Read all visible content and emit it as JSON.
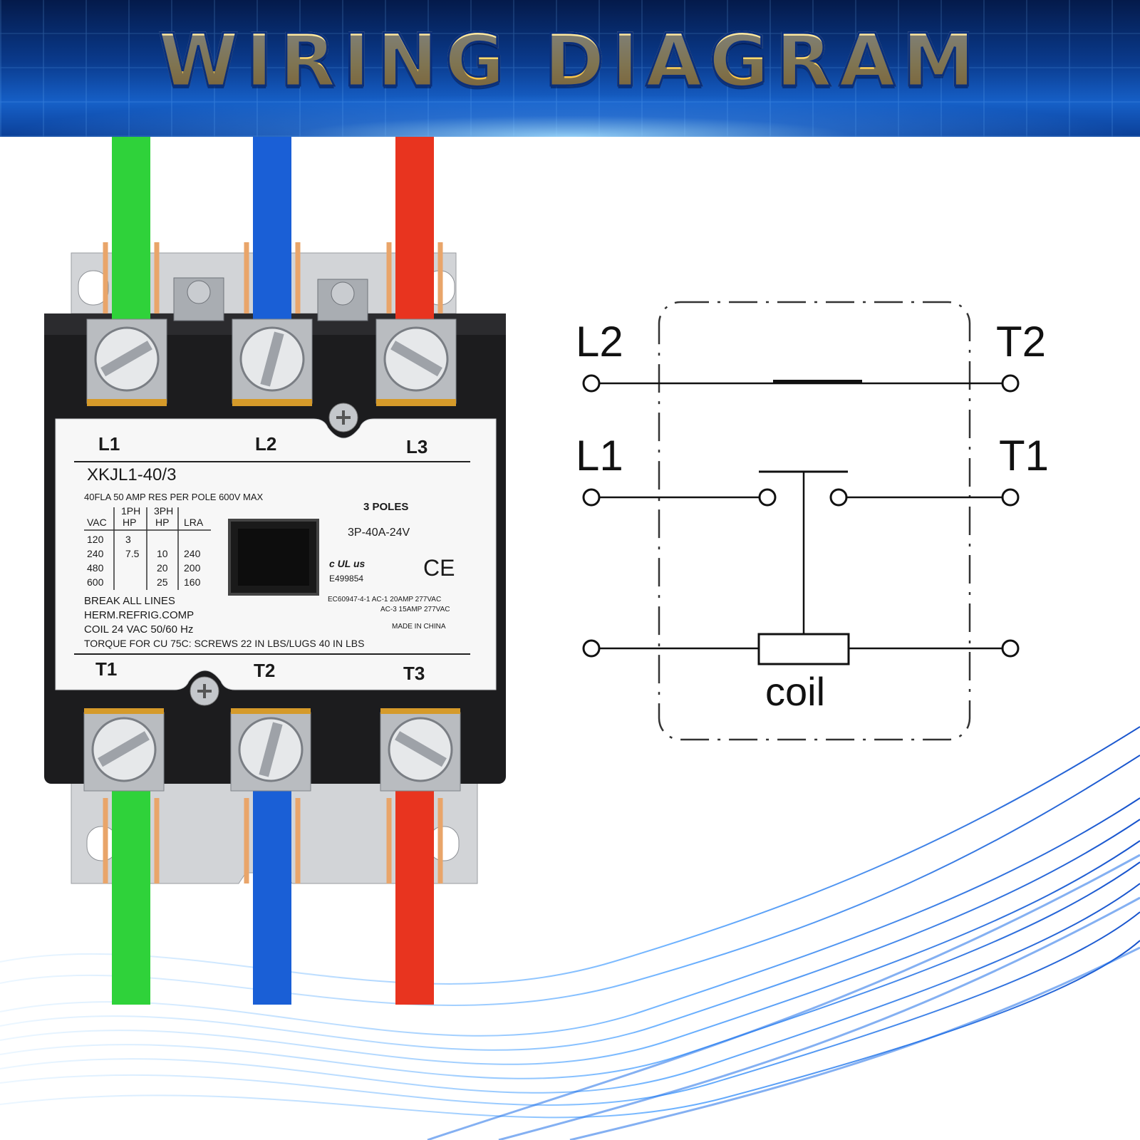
{
  "header": {
    "title": "WIRING DIAGRAM"
  },
  "contactor": {
    "line_terminals": [
      "L1",
      "L2",
      "L3"
    ],
    "load_terminals": [
      "T1",
      "T2",
      "T3"
    ],
    "model": "XKJL1-40/3",
    "rating_line": "40FLA 50 AMP RES PER POLE 600V MAX",
    "table": {
      "headers": [
        "VAC",
        "1PH HP",
        "3PH HP",
        "LRA"
      ],
      "header_top": [
        "",
        "1PH",
        "3PH",
        ""
      ],
      "header_bottom": [
        "VAC",
        "HP",
        "HP",
        "LRA"
      ],
      "rows": [
        [
          "120",
          "3",
          "",
          ""
        ],
        [
          "240",
          "7.5",
          "10",
          "240"
        ],
        [
          "480",
          "",
          "20",
          "200"
        ],
        [
          "600",
          "",
          "25",
          "160"
        ]
      ]
    },
    "poles": "3 POLES",
    "spec": "3P-40A-24V",
    "cert_file": "E499854",
    "ce_mark": "CE",
    "ul_mark": "c UL us",
    "iec_line1": "EC60947-4-1 AC-1 20AMP 277VAC",
    "iec_line2": "AC-3 15AMP 277VAC",
    "made_in": "MADE IN CHINA",
    "notes": [
      "BREAK ALL LINES",
      "HERM.REFRIG.COMP",
      "COIL 24 VAC 50/60 Hz",
      "TORQUE FOR CU 75C: SCREWS 22 IN LBS/LUGS 40 IN LBS"
    ],
    "wire_colors": [
      "#2fd23a",
      "#1a5fd6",
      "#e8341f"
    ]
  },
  "schematic": {
    "labels": {
      "l2": "L2",
      "t2": "T2",
      "l1": "L1",
      "t1": "T1",
      "coil": "coil"
    }
  }
}
